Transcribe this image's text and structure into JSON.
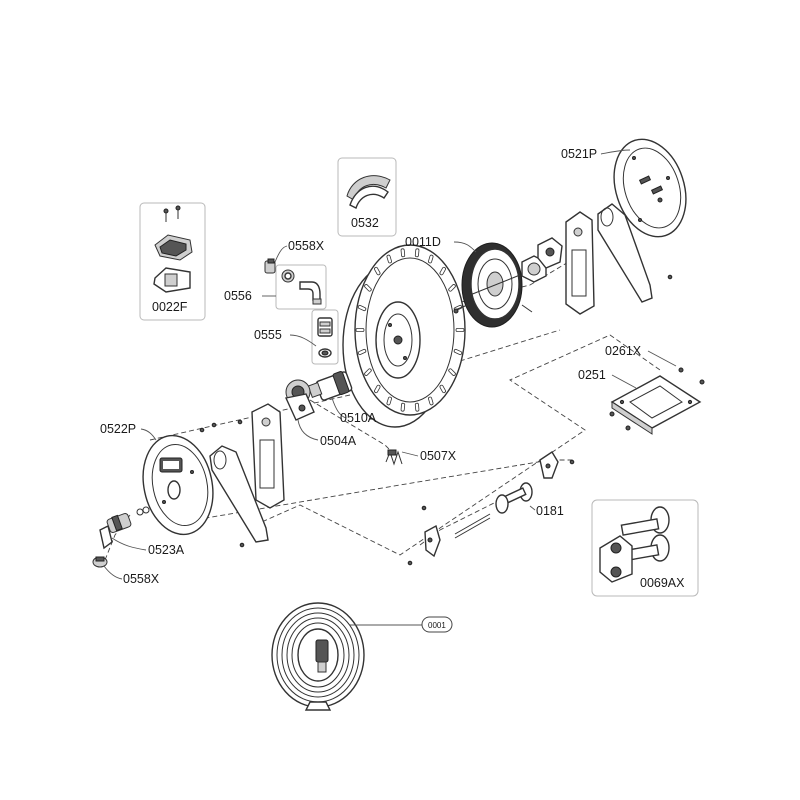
{
  "diagram": {
    "labels": {
      "p0532": "0532",
      "p0521P": "0521P",
      "p0011D": "0011D",
      "p0558X_top": "0558X",
      "p0556": "0556",
      "p0555": "0555",
      "p0022F": "0022F",
      "p0261X": "0261X",
      "p0251": "0251",
      "p0510A": "0510A",
      "p0504A": "0504A",
      "p0507X": "0507X",
      "p0522P": "0522P",
      "p0181": "0181",
      "p0523A": "0523A",
      "p0558X_bottom": "0558X",
      "p0069AX": "0069AX",
      "p0001": "0001"
    }
  }
}
